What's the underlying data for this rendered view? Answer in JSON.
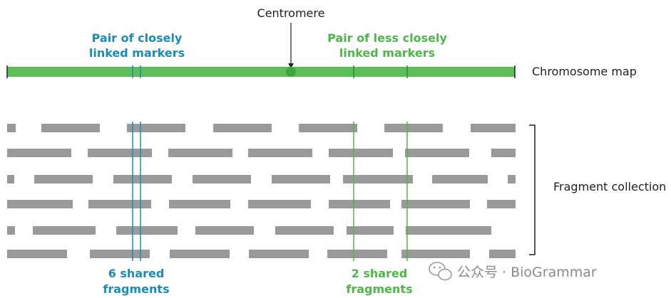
{
  "labels": {
    "centromere": "Centromere",
    "close_markers": [
      "Pair of closely",
      "linked markers"
    ],
    "less_close_markers": [
      "Pair of less closely",
      "linked markers"
    ],
    "chromosome_map": "Chromosome map",
    "fragment_collection": "Fragment collection",
    "six_shared": [
      "6 shared",
      "fragments"
    ],
    "two_shared": [
      "2 shared",
      "fragments"
    ]
  },
  "watermark": {
    "text": "公众号 · BioGrammar",
    "icon": "wechat-icon"
  },
  "colors": {
    "chromosome": "#5cbe5a",
    "fragment": "#999999",
    "blue": "#1a8cb8",
    "green": "#4cb848",
    "text": "#222222"
  }
}
